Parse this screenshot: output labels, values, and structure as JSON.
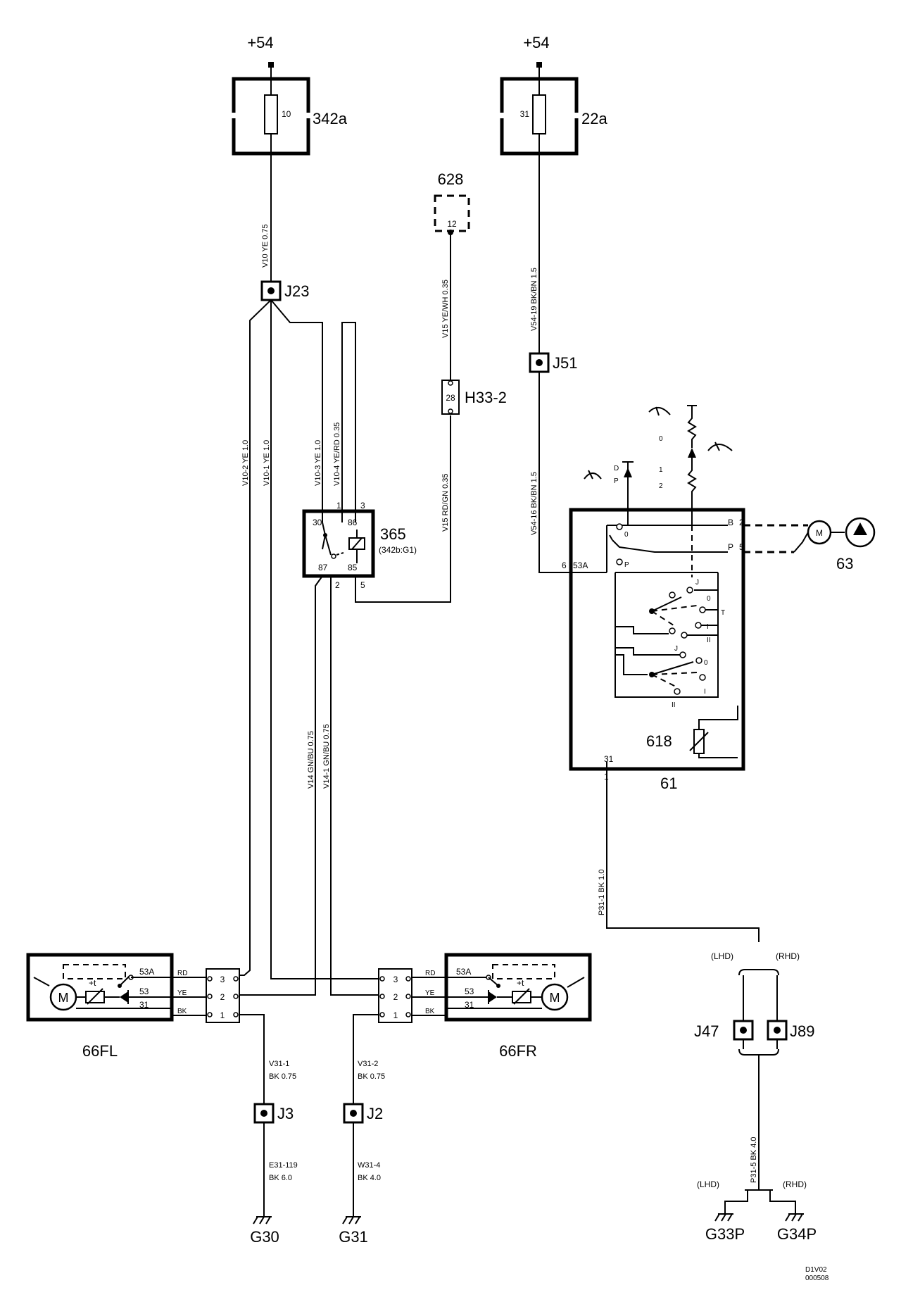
{
  "diagram": {
    "supply_labels": [
      "+54",
      "+54"
    ],
    "fuse_left": {
      "number": "10",
      "label": "342a"
    },
    "fuse_right": {
      "number": "31",
      "label": "22a"
    },
    "wires": {
      "v10": "V10   YE   0.75",
      "v10_2": "V10-2   YE   1.0",
      "v10_1": "V10-1   YE   1.0",
      "v10_3": "V10-3   YE   1.0",
      "v10_4": "V10-4   YE/RD   0.35",
      "v15_top": "V15   YE/WH   0.35",
      "v15_bot": "V15   RD/GN   0.35",
      "v54_19": "V54-19   BK/BN   1.5",
      "v54_16": "V54-16   BK/BN   1.5",
      "v14": "V14   GN/BU   0.75",
      "v14_1": "V14-1   GN/BU   0.75",
      "p31_1": "P31-1   BK   1.0",
      "p31_5": "P31-5   BK   4.0",
      "v31_1": [
        "V31-1",
        "BK   0.75"
      ],
      "v31_2": [
        "V31-2",
        "BK   0.75"
      ],
      "e31_119": [
        "E31-119",
        "BK   6.0"
      ],
      "w31_4": [
        "W31-4",
        "BK   4.0"
      ]
    },
    "junctions": {
      "j23": "J23",
      "j51": "J51",
      "j3": "J3",
      "j2": "J2",
      "j47": "J47",
      "j89": "J89"
    },
    "comp_628": {
      "label": "628",
      "pin": "12"
    },
    "conn_h33": {
      "label": "H33-2",
      "pin": "28"
    },
    "relay": {
      "label": "365",
      "sub": "(342b:G1)",
      "pins": [
        "30",
        "86",
        "87",
        "85"
      ],
      "ext_pins": [
        "1",
        "3",
        "2",
        "5"
      ]
    },
    "switch_61": {
      "label": "61",
      "sub_label": "618",
      "pins": {
        "b": "B",
        "b_num": "2",
        "p": "P",
        "p_num": "5",
        "n6": "6",
        "n53a": "53A",
        "n31": "31",
        "n1": "1"
      },
      "positions": [
        "J",
        "0",
        "T",
        "I",
        "II",
        "J",
        "0",
        "I",
        "II"
      ],
      "contacts": [
        "0",
        "P"
      ],
      "wiper_positions": [
        "D",
        "P",
        "0",
        "1",
        "2"
      ]
    },
    "pump_63": {
      "label": "63",
      "motor": "M"
    },
    "motor_fl": {
      "label": "66FL",
      "motor": "M",
      "therm": "+t",
      "terms": [
        "53A",
        "53",
        "31"
      ],
      "wire_colors": [
        "RD",
        "YE",
        "BK"
      ],
      "pins": [
        "3",
        "2",
        "1"
      ]
    },
    "motor_fr": {
      "label": "66FR",
      "motor": "M",
      "therm": "+t",
      "terms": [
        "53A",
        "53",
        "31"
      ],
      "wire_colors": [
        "RD",
        "YE",
        "BK"
      ],
      "pins": [
        "3",
        "2",
        "1"
      ]
    },
    "grounds": {
      "g30": "G30",
      "g31": "G31",
      "g33p": "G33P",
      "g34p": "G34P"
    },
    "variants": {
      "lhd": "(LHD)",
      "rhd": "(RHD)"
    },
    "ref": [
      "D1V02",
      "000508"
    ]
  }
}
